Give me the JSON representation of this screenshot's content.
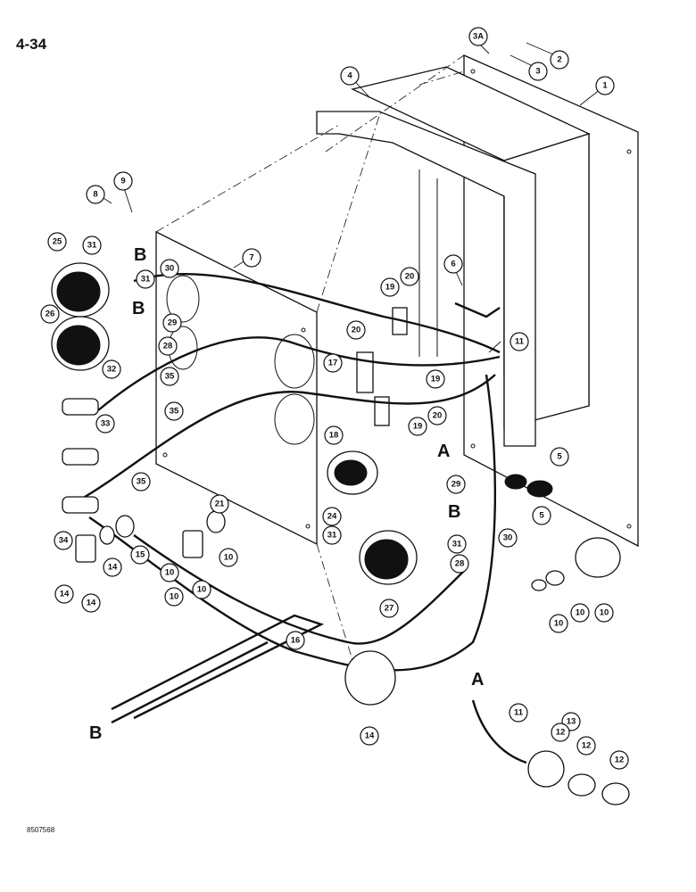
{
  "page_number": "4-34",
  "document_code": "8507568",
  "reference_letters": [
    "B",
    "B",
    "B",
    "A",
    "B",
    "A"
  ],
  "callout_labels": [
    "3A",
    "2",
    "3",
    "1",
    "4",
    "9",
    "8",
    "7",
    "25",
    "31",
    "30",
    "31",
    "26",
    "6",
    "19",
    "20",
    "29",
    "20",
    "11",
    "28",
    "32",
    "35",
    "17",
    "19",
    "33",
    "35",
    "20",
    "19",
    "18",
    "5",
    "29",
    "24",
    "35",
    "31",
    "21",
    "34",
    "30",
    "14",
    "15",
    "5",
    "31",
    "28",
    "10",
    "10",
    "14",
    "14",
    "10",
    "10",
    "27",
    "10",
    "10",
    "10",
    "16",
    "14",
    "11",
    "13",
    "12",
    "12",
    "12"
  ]
}
